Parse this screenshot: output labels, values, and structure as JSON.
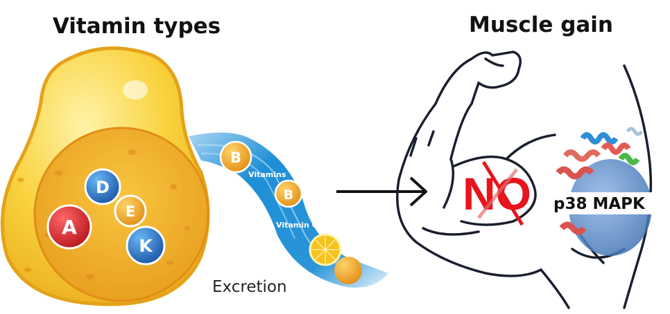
{
  "left_panel": {
    "title": "Vitamin types",
    "fat_soluble": [
      "A",
      "D",
      "E",
      "K"
    ],
    "water_soluble": [
      "B",
      "B"
    ],
    "labels": {
      "vitamins": "Vitamins",
      "vitamin_c": "Vitamin C"
    },
    "excretion": "Excretion"
  },
  "right_panel": {
    "title": "Muscle gain",
    "no_label": "NO",
    "protein_label": "p38 MAPK"
  },
  "colors": {
    "fat_cell": "#f5c42c",
    "stream": "#1f8fd6",
    "vitamin_a": "#d9262b",
    "vitamin_dk": "#1e73c8",
    "vitamin_eb": "#f0a020",
    "no_red": "#e8141b"
  }
}
